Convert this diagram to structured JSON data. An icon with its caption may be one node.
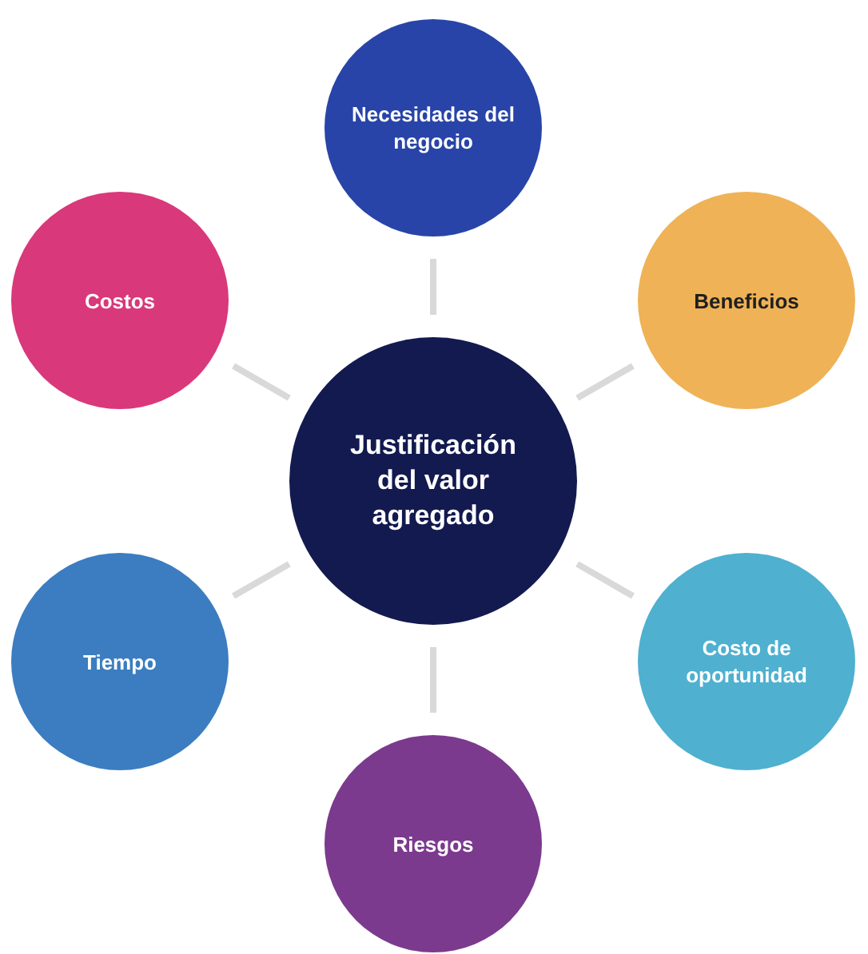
{
  "diagram": {
    "nodes": [
      {
        "text": [
          "Justificación del valor agregado"
        ]
      },
      {
        "text": [
          "Necesidades del negocio"
        ]
      },
      {
        "text": [
          "Costos"
        ]
      },
      {
        "text": [
          "Beneficios"
        ]
      },
      {
        "text": [
          "Tiempo"
        ]
      },
      {
        "text": [
          "Costo de oportunidad"
        ]
      },
      {
        "text": [
          "Riesgos"
        ]
      }
    ],
    "edges": [
      {
        "from": 0,
        "to": 1,
        "arrow": "none"
      },
      {
        "from": 0,
        "to": 2,
        "arrow": "none"
      },
      {
        "from": 0,
        "to": 3,
        "arrow": "none"
      },
      {
        "from": 0,
        "to": 4,
        "arrow": "none"
      },
      {
        "from": 0,
        "to": 5,
        "arrow": "none"
      },
      {
        "from": 0,
        "to": 6,
        "arrow": "none"
      }
    ]
  }
}
